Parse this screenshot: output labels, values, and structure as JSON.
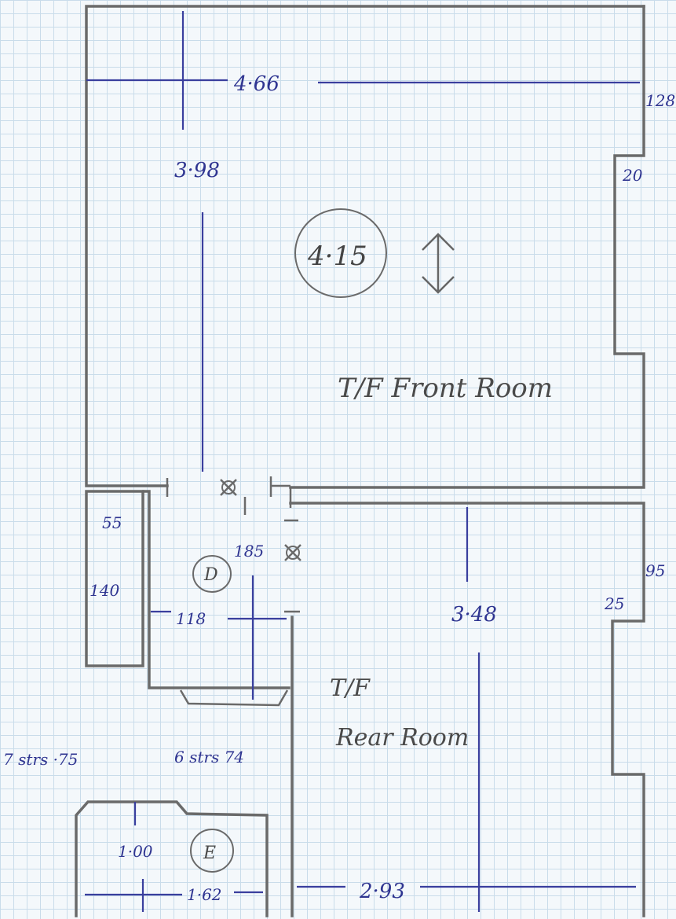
{
  "rooms": {
    "front": {
      "label": "T/F Front Room",
      "badge": "4·15"
    },
    "rear": {
      "label_line1": "T/F",
      "label_line2": "Rear Room"
    }
  },
  "markers": {
    "d": "D",
    "e": "E"
  },
  "dimensions": {
    "front_width": "4·66",
    "front_depth": "3·98",
    "right_step_top": "128",
    "right_step_small": "20",
    "cupboard_a": "55",
    "cupboard_b": "140",
    "landing_width": "118",
    "landing_depth": "185",
    "rear_depth": "3·48",
    "rear_step_top": "95",
    "rear_step_small": "25",
    "rear_width": "2·93",
    "stairs_left": "7 strs ·75",
    "stairs_right": "6 strs 74",
    "e_depth": "1·00",
    "e_width": "1·62"
  }
}
